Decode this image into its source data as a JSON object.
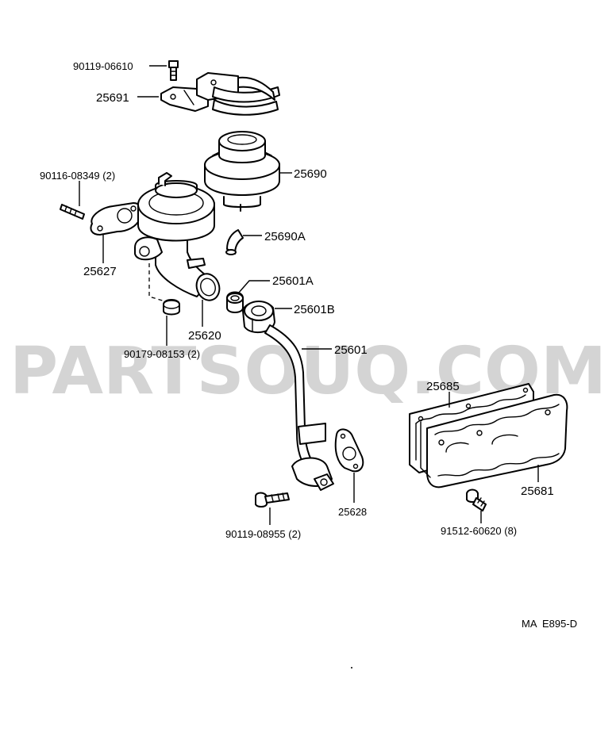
{
  "watermark": "PARTSOUQ.COM",
  "diagram_code": "MA  E895-D",
  "labels": {
    "p90119_06610": "90119-06610",
    "p25691": "25691",
    "p25690": "25690",
    "p90116_08349": "90116-08349 (2)",
    "p25627": "25627",
    "p25690A": "25690A",
    "p25601A": "25601A",
    "p25601B": "25601B",
    "p25620": "25620",
    "p90179_08153": "90179-08153 (2)",
    "p25601": "25601",
    "p25685": "25685",
    "p25681": "25681",
    "p25628": "25628",
    "p90119_08955": "90119-08955 (2)",
    "p91512_60620": "91512-60620 (8)"
  }
}
